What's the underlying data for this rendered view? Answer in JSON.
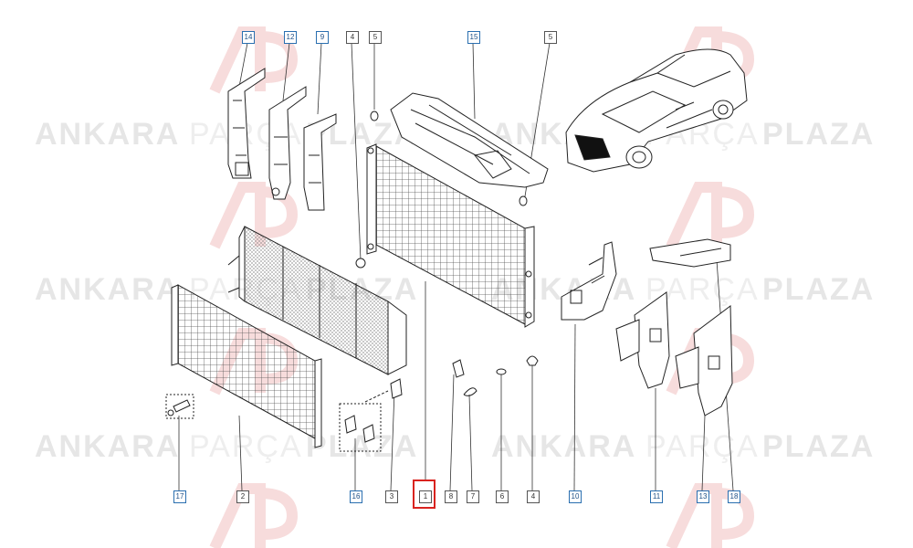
{
  "watermark": {
    "word1": "ANKARA",
    "word2": "PARÇA",
    "word3": "PLAZA"
  },
  "callouts": {
    "top": [
      "14",
      "12",
      "9",
      "4",
      "5",
      "15",
      "5"
    ],
    "bottom": [
      "17",
      "2",
      "16",
      "3",
      "1",
      "8",
      "7",
      "6",
      "4",
      "10",
      "11",
      "13",
      "18"
    ]
  },
  "selected_callout": "1",
  "colors": {
    "highlight": "#d9231f",
    "callout_border": "#2a6fb0",
    "watermark": "#e6e6e6",
    "logo": "#f6d6d6"
  }
}
